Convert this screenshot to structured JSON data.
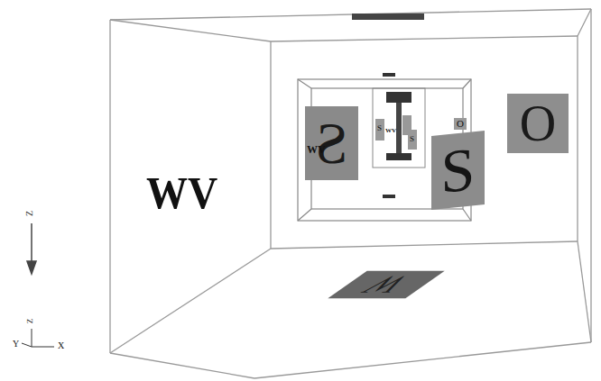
{
  "diagram": {
    "nodes": [
      {
        "text": [
          "S"
        ]
      },
      {
        "text": [
          "S"
        ]
      },
      {
        "text": [
          "O"
        ]
      },
      {
        "text": [
          "W"
        ]
      },
      {
        "text": [
          "O"
        ]
      }
    ],
    "labels": [
      "WV",
      "WV",
      "WV",
      "S",
      "S",
      "Z",
      "Y",
      "Z",
      "X"
    ]
  }
}
